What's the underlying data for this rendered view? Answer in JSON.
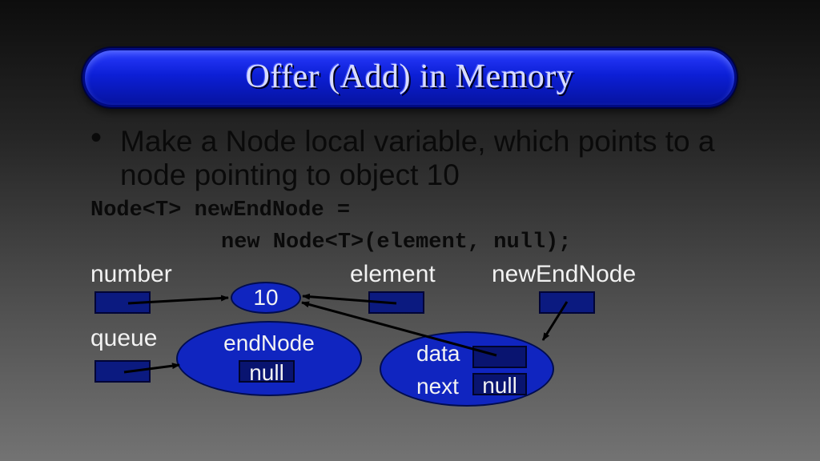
{
  "slide": {
    "title": "Offer (Add) in Memory",
    "bullet_marker": "•",
    "bullet_text": "Make a Node local variable, which points to a node pointing to object 10"
  },
  "code": {
    "line1": "Node<T> newEndNode =",
    "line2": "new Node<T>(element, null);"
  },
  "diagram": {
    "labels": {
      "number": "number",
      "element": "element",
      "newEndNode": "newEndNode",
      "queue": "queue"
    },
    "object_value": "10",
    "end_node": {
      "name": "endNode",
      "value": "null"
    },
    "new_node": {
      "data_label": "data",
      "next_label": "next",
      "next_value": "null"
    }
  },
  "colors": {
    "title_bar": "#0c1fd6",
    "node_fill": "#1025c0",
    "ref_box": "#0b1a80",
    "text_light": "#f2f2f2"
  }
}
